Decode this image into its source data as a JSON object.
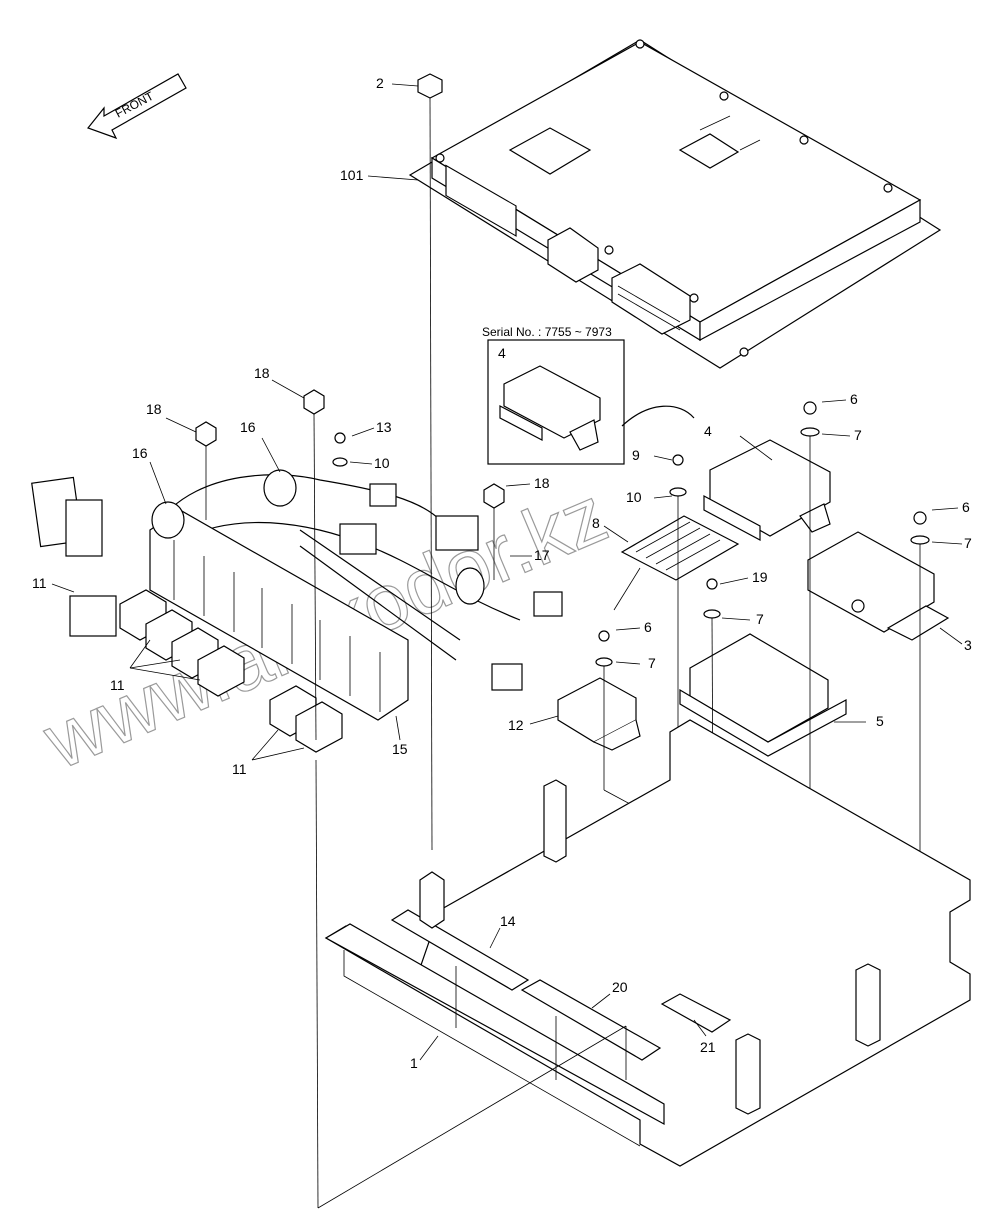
{
  "header_mark": "",
  "front_label": "FRONT",
  "serial_label": "Serial No. : 7755 ~ 7973",
  "watermark": "www.amkodor.kz",
  "callouts": {
    "c2": "2",
    "c101": "101",
    "c4a": "4",
    "c4b": "4",
    "c6a": "6",
    "c6b": "6",
    "c6c": "6",
    "c7a": "7",
    "c7b": "7",
    "c7c": "7",
    "c7d": "7",
    "c9": "9",
    "c10a": "10",
    "c10b": "10",
    "c8": "8",
    "c3": "3",
    "c19": "19",
    "c5": "5",
    "c12": "12",
    "c13": "13",
    "c17": "17",
    "c18a": "18",
    "c18b": "18",
    "c18c": "18",
    "c16a": "16",
    "c16b": "16",
    "c11a": "11",
    "c11b": "11",
    "c11c": "11",
    "c15": "15",
    "c14": "14",
    "c20": "20",
    "c21": "21",
    "c1": "1"
  }
}
